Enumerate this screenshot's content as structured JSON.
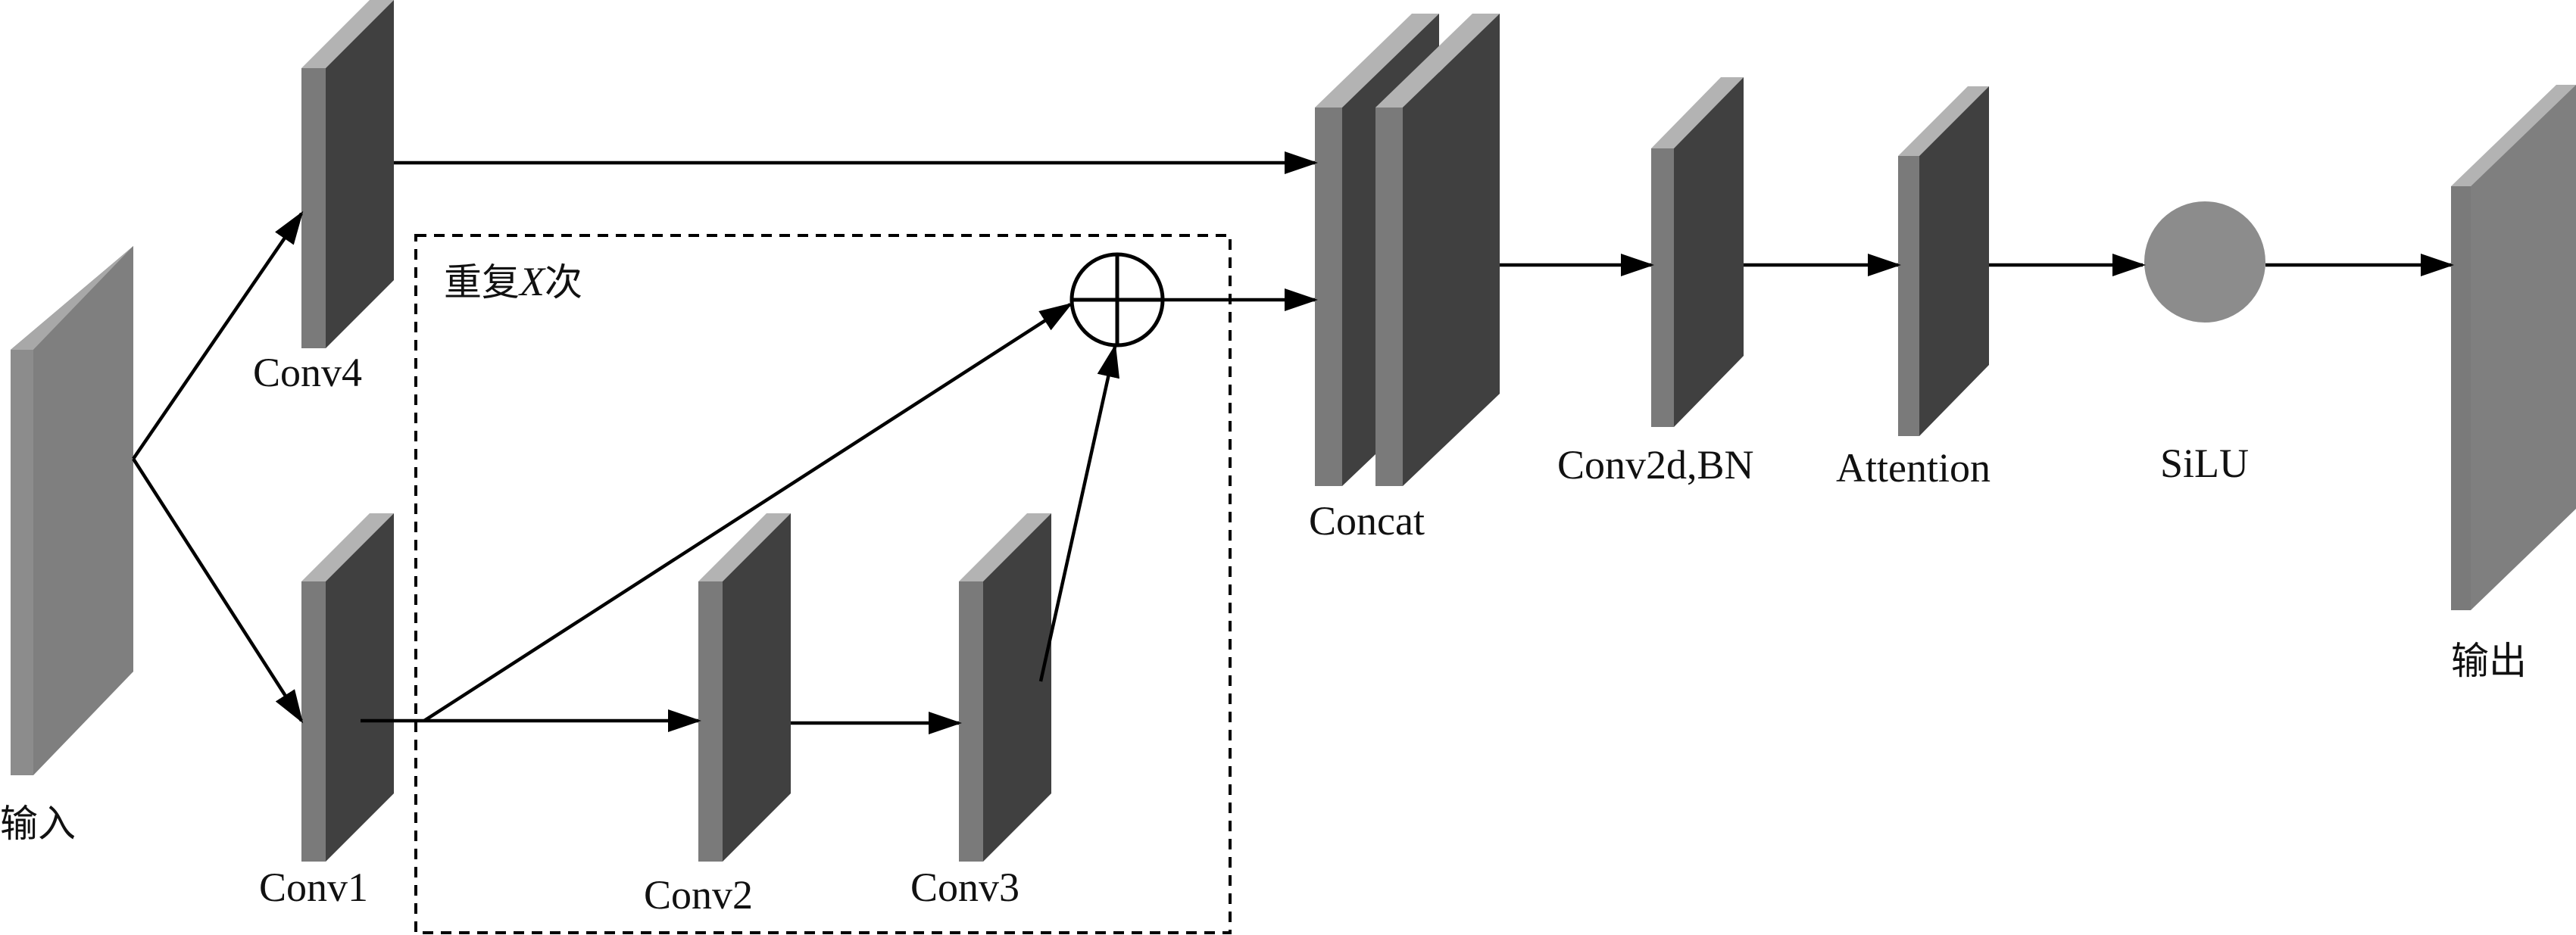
{
  "labels": {
    "input": "输入",
    "output": "输出",
    "conv1": "Conv1",
    "conv2": "Conv2",
    "conv3": "Conv3",
    "conv4": "Conv4",
    "concat": "Concat",
    "conv2d_bn": "Conv2d,BN",
    "attention": "Attention",
    "silu": "SiLU",
    "repeat_prefix": "重复",
    "repeat_var": "X",
    "repeat_suffix": "次"
  },
  "colors": {
    "block_dark": "#404040",
    "block_side": "#7a7a7a",
    "block_top": "#b3b3b3",
    "input_front": "#7f7f7f",
    "input_top": "#a8a8a8",
    "silu_fill": "#8c8c8c",
    "line": "#000000"
  },
  "icons": {
    "add": "circle-plus-icon",
    "activation": "filled-circle-icon"
  }
}
